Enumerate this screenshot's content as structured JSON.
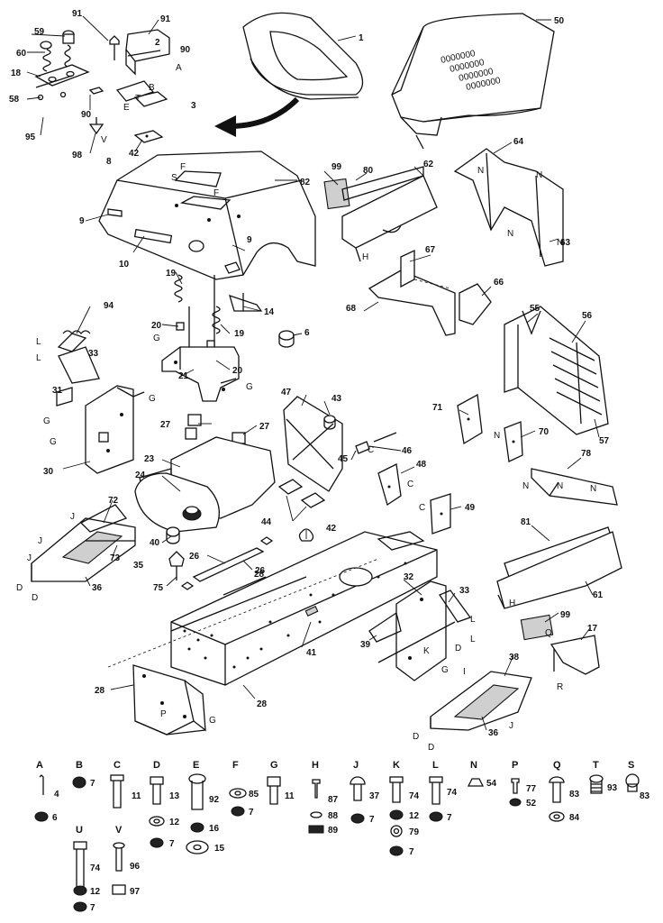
{
  "callouts": {
    "n1": "1",
    "n2": "2",
    "n3": "3",
    "n6": "6",
    "n8": "8",
    "n9a": "9",
    "n9b": "9",
    "n10": "10",
    "n14": "14",
    "n17": "17",
    "n18": "18",
    "n19a": "19",
    "n19b": "19",
    "n20a": "20",
    "n20b": "20",
    "n21": "21",
    "n23": "23",
    "n24": "24",
    "n26a": "26",
    "n26b": "26",
    "n27a": "27",
    "n27b": "27",
    "n28a": "28",
    "n28b": "28",
    "n28c": "28",
    "n30": "30",
    "n31": "31",
    "n32": "32",
    "n33a": "33",
    "n33b": "33",
    "n35": "35",
    "n36a": "36",
    "n36b": "36",
    "n38": "38",
    "n39": "39",
    "n40": "40",
    "n41": "41",
    "n42a": "42",
    "n42b": "42",
    "n43": "43",
    "n44": "44",
    "n45": "45",
    "n46": "46",
    "n47": "47",
    "n48": "48",
    "n49": "49",
    "n50": "50",
    "n55": "55",
    "n56": "56",
    "n57": "57",
    "n58": "58",
    "n59": "59",
    "n60": "60",
    "n61": "61",
    "n62": "62",
    "n63": "63",
    "n64": "64",
    "n66": "66",
    "n67": "67",
    "n68": "68",
    "n70": "70",
    "n71": "71",
    "n72": "72",
    "n73": "73",
    "n75": "75",
    "n78": "78",
    "n80": "80",
    "n81": "81",
    "n82": "82",
    "n90a": "90",
    "n90b": "90",
    "n91a": "91",
    "n91b": "91",
    "n94": "94",
    "n95": "95",
    "n98": "98",
    "n99a": "99",
    "n99b": "99"
  },
  "ref_letters": {
    "F1": "F",
    "F2": "F",
    "S1": "S",
    "A1": "A",
    "B1": "B",
    "E1": "E",
    "T1": "T",
    "C1": "C",
    "C2": "C",
    "C3": "C",
    "G1": "G",
    "G2": "G",
    "G3": "G",
    "G4": "G",
    "G5": "G",
    "G6": "G",
    "G7": "G",
    "H1": "H",
    "H2": "H",
    "I1": "I",
    "J1": "J",
    "J2": "J",
    "J3": "J",
    "J4": "J",
    "K1": "K",
    "L1": "L",
    "L2": "L",
    "L3": "L",
    "L4": "L",
    "N1": "N",
    "N2": "N",
    "N3": "N",
    "N4": "N",
    "N5": "N",
    "N6": "N",
    "N7": "N",
    "N8": "N",
    "D1": "D",
    "D2": "D",
    "D3": "D",
    "D4": "D",
    "D5": "D",
    "P1": "P",
    "Q1": "Q",
    "R1": "R",
    "V1": "V"
  },
  "decal_text": [
    "0000000",
    "0000000",
    "0000000",
    "0000000"
  ],
  "hardware_key": [
    {
      "letter": "A",
      "items": [
        "4",
        "6"
      ]
    },
    {
      "letter": "B",
      "items": [
        "7"
      ]
    },
    {
      "letter": "C",
      "items": [
        "11"
      ]
    },
    {
      "letter": "D",
      "items": [
        "13",
        "12",
        "7"
      ]
    },
    {
      "letter": "E",
      "items": [
        "92",
        "16",
        "15"
      ]
    },
    {
      "letter": "F",
      "items": [
        "85",
        "7"
      ]
    },
    {
      "letter": "G",
      "items": [
        "11"
      ]
    },
    {
      "letter": "H",
      "items": [
        "87",
        "88",
        "89"
      ]
    },
    {
      "letter": "J",
      "items": [
        "37",
        "7"
      ]
    },
    {
      "letter": "K",
      "items": [
        "74",
        "12",
        "79",
        "7"
      ]
    },
    {
      "letter": "L",
      "items": [
        "74",
        "7"
      ]
    },
    {
      "letter": "N",
      "items": [
        "54"
      ]
    },
    {
      "letter": "P",
      "items": [
        "77",
        "52"
      ]
    },
    {
      "letter": "Q",
      "items": [
        "83",
        "84"
      ]
    },
    {
      "letter": "T",
      "items": [
        "93"
      ]
    },
    {
      "letter": "S",
      "items": [
        "83"
      ]
    },
    {
      "letter": "U",
      "items": [
        "74",
        "12",
        "7"
      ]
    },
    {
      "letter": "V",
      "items": [
        "96",
        "97"
      ]
    }
  ]
}
